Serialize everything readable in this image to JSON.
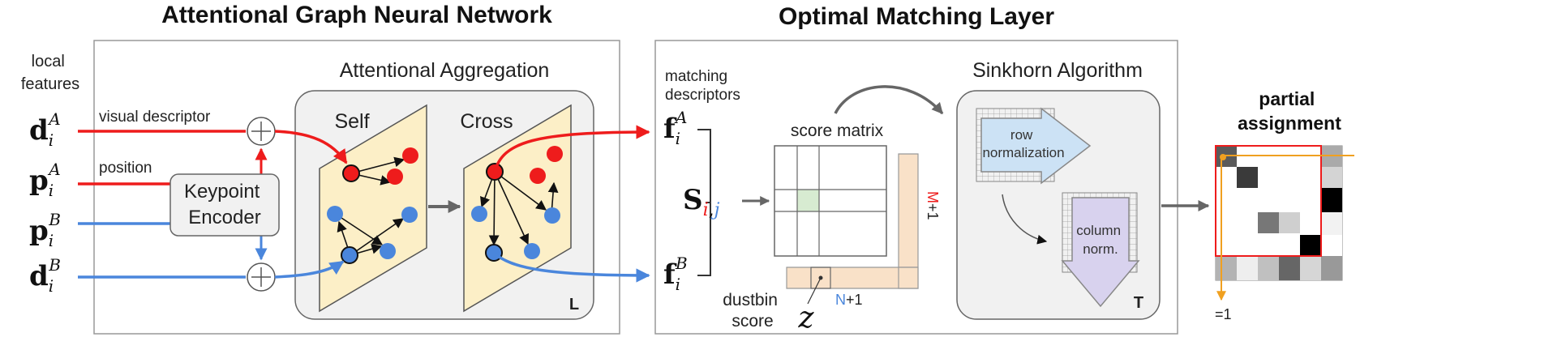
{
  "gnn": {
    "title": "Attentional Graph Neural Network",
    "local_features": [
      "local",
      "features"
    ],
    "visual_descriptor_label": "visual descriptor",
    "position_label": "position",
    "aggregation_title": "Attentional Aggregation",
    "self_label": "Self",
    "cross_label": "Cross",
    "encoder_label": [
      "Keypoint",
      "Encoder"
    ],
    "layers_label": "L",
    "inputs": {
      "dA": {
        "main": "d",
        "sub": "i",
        "sup": "A"
      },
      "pA": {
        "main": "p",
        "sub": "i",
        "sup": "A"
      },
      "pB": {
        "main": "p",
        "sub": "i",
        "sup": "B"
      },
      "dB": {
        "main": "d",
        "sub": "i",
        "sup": "B"
      }
    }
  },
  "matching": {
    "title": "Optimal Matching Layer",
    "matching_descriptors": [
      "matching",
      "descriptors"
    ],
    "fA": {
      "main": "f",
      "sub": "i",
      "sup": "A"
    },
    "fB": {
      "main": "f",
      "sub": "i",
      "sup": "B"
    },
    "S": {
      "main": "S",
      "i": "i",
      "comma": ",",
      "j": "j"
    },
    "score_matrix_label": "score matrix",
    "dustbin_label": [
      "dustbin",
      "score"
    ],
    "z_label": "z",
    "M_label": {
      "letter": "M",
      "suffix": "+1"
    },
    "N_label": {
      "letter": "N",
      "suffix": "+1"
    },
    "sinkhorn_title": "Sinkhorn Algorithm",
    "row_norm": [
      "row",
      "normalization"
    ],
    "col_norm": [
      "column",
      "norm."
    ],
    "iterations_label": "T"
  },
  "assignment": {
    "title": [
      "partial",
      "assignment"
    ],
    "sum_label": "=1"
  },
  "colors": {
    "red": "#ee1c1c",
    "blue": "#4a86dc",
    "plane": "#fcefc7",
    "panel": "#f1f1f1",
    "dustbin": "#f9e1c8",
    "score_cell": "#d7ebd1",
    "row_arrow": "#cce2f5",
    "col_arrow": "#d8d2ee",
    "orange": "#f0a020"
  }
}
